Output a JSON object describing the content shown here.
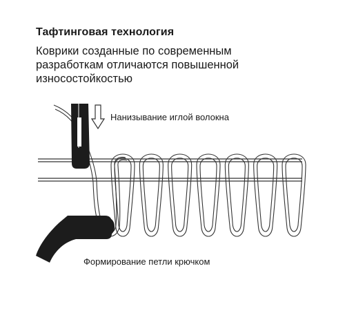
{
  "title": "Тафтинговая технология",
  "description": [
    "Коврики созданные по современным",
    "разработкам отличаются повышенной",
    "износостойкостью"
  ],
  "labels": {
    "needle": "Нанизывание иглой волокна",
    "hook": "Формирование петли крючком"
  },
  "loop_count": 7,
  "colors": {
    "text": "#1a1a1a",
    "ink": "#1c1c1c",
    "fiber": "#333333"
  }
}
